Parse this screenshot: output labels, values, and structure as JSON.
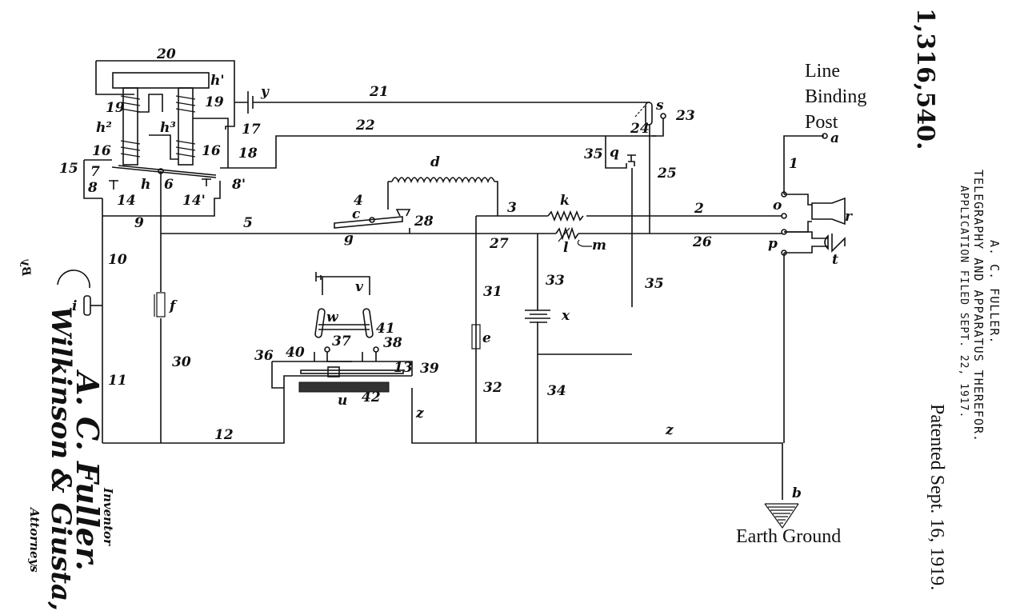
{
  "patent": {
    "number": "1,316,540.",
    "inventor_header": "A. C. FULLER.",
    "title": "TELEGRAPHY AND APPARATUS THEREFOR.",
    "application_filed": "APPLICATION FILED SEPT. 22, 1917.",
    "patented": "Patented Sept. 16, 1919."
  },
  "signature": {
    "inventor_label": "Inventor",
    "inventor_name": "A. C. Fuller.",
    "by_label": "By",
    "attorneys_name": "Wilkinson & Giusta,",
    "attorneys_label": "Attorneys"
  },
  "annotations": {
    "line_binding_post": [
      "Line",
      "Binding",
      "Post"
    ],
    "earth_ground": "Earth Ground"
  },
  "labels": {
    "n20": "20",
    "h1": "h'",
    "h2": "h²",
    "h3": "h³",
    "n19a": "19",
    "n19b": "19",
    "n16a": "16",
    "n16b": "16",
    "n15": "15",
    "n7": "7",
    "n8": "8",
    "n8p": "8'",
    "n6": "6",
    "h": "h",
    "n14": "14",
    "n14p": "14'",
    "n9": "9",
    "n10": "10",
    "n11": "11",
    "n12": "12",
    "i": "i",
    "f": "f",
    "n30": "30",
    "n17": "17",
    "n18": "18",
    "y": "y",
    "n21": "21",
    "n22": "22",
    "s": "s",
    "n23": "23",
    "n24": "24",
    "q": "q",
    "n35a": "35",
    "n25": "25",
    "a": "a",
    "n1": "1",
    "d": "d",
    "n4": "4",
    "c": "c",
    "g": "g",
    "n28": "28",
    "n5": "5",
    "n3": "3",
    "k": "k",
    "l": "l",
    "m": "m",
    "n2": "2",
    "n26": "26",
    "o": "o",
    "p": "p",
    "r": "r",
    "t": "t",
    "n27": "27",
    "n31": "31",
    "e": "e",
    "n32": "32",
    "n33": "33",
    "x": "x",
    "n34": "34",
    "n35b": "35",
    "z1": "z",
    "z2": "z",
    "b": "b",
    "v": "v",
    "w": "w",
    "n41": "41",
    "n37": "37",
    "n38": "38",
    "n40": "40",
    "n36": "36",
    "n13": "13",
    "n39": "39",
    "u": "u",
    "n42": "42"
  }
}
